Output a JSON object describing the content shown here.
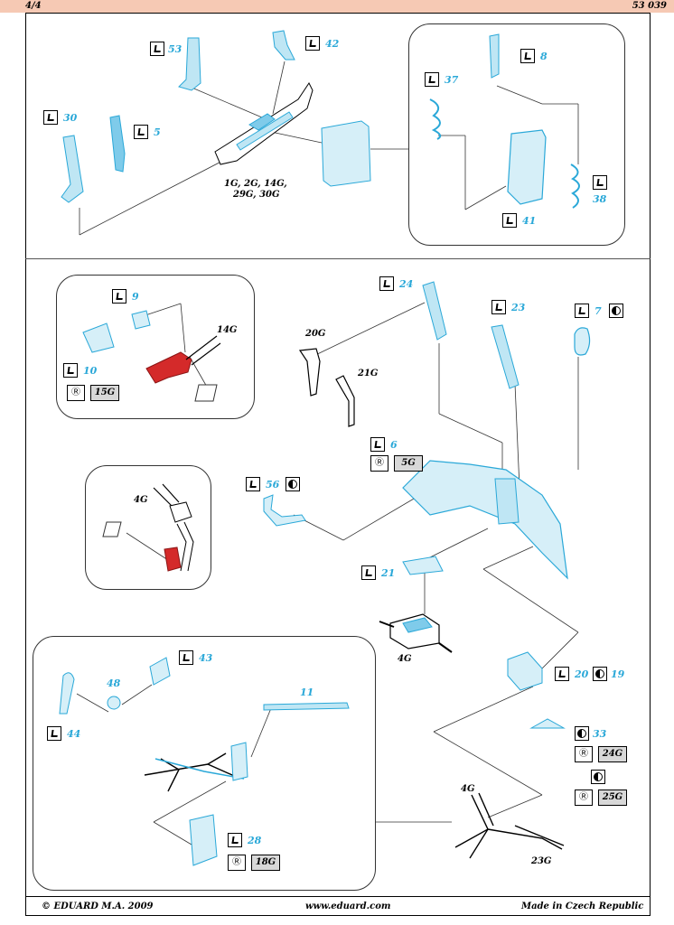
{
  "header": {
    "page": "4/4",
    "kit": "53 039"
  },
  "footer": {
    "copyright": "© EDUARD  M.A. 2009",
    "url": "www.eduard.com",
    "made": "Made in Czech Republic"
  },
  "parts": {
    "p53": "53",
    "p42": "42",
    "p30": "30",
    "p5": "5",
    "p8": "8",
    "p37": "37",
    "p38": "38",
    "p41": "41",
    "p9": "9",
    "p10": "10",
    "p24": "24",
    "p23": "23",
    "p7": "7",
    "p6": "6",
    "p56": "56",
    "p21": "21",
    "p43": "43",
    "p48": "48",
    "p11": "11",
    "p44": "44",
    "p20": "20",
    "p19": "19",
    "p33": "33",
    "p28": "28"
  },
  "refs": {
    "g1": "1G, 2G, 14G,",
    "g1b": "29G, 30G",
    "g14": "14G",
    "g15": "15G",
    "g20": "20G",
    "g21": "21G",
    "g4a": "4G",
    "g5": "5G",
    "g4b": "4G",
    "g24": "24G",
    "g25": "25G",
    "g4c": "4G",
    "g23": "23G",
    "g18": "18G"
  },
  "colors": {
    "part_blue": "#2aa8d8",
    "resin_red": "#d42a2a",
    "band": "#f6c9b4"
  }
}
